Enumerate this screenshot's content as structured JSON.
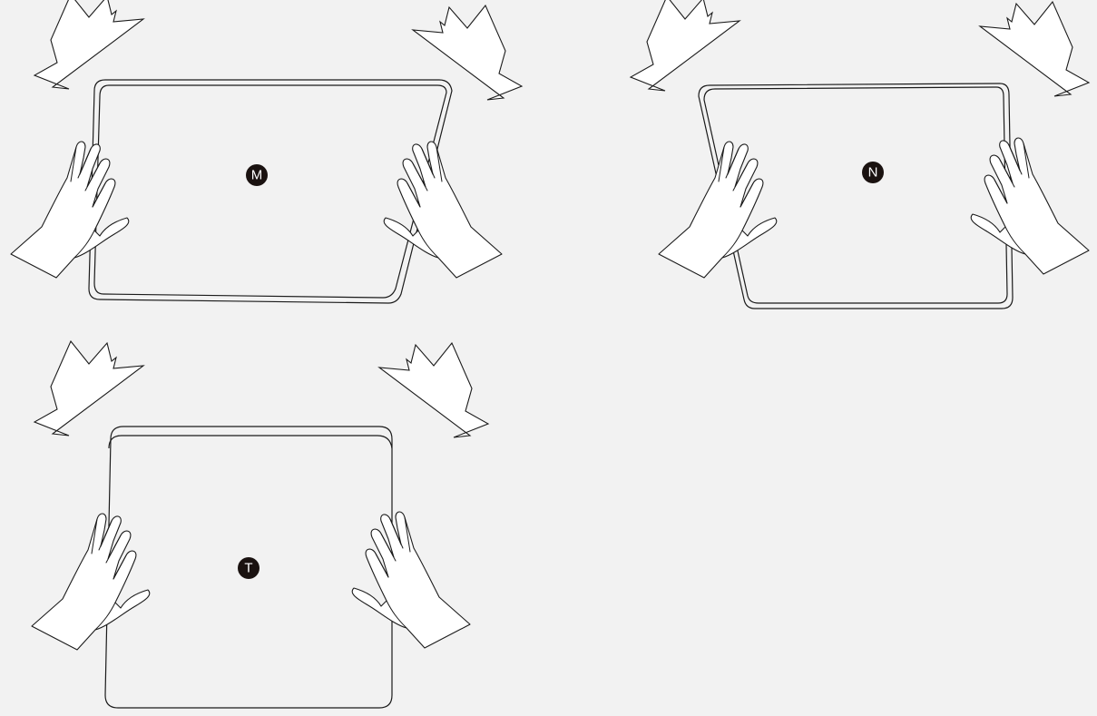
{
  "colors": {
    "background": "#f2f2f2",
    "stroke": "#1b1b1b",
    "badge": "#1a1210",
    "badge_text": "#ffffff"
  },
  "panels": [
    {
      "id": "m",
      "label": "M",
      "icons": [
        "left-hand-icon",
        "right-hand-icon",
        "left-burst-icon",
        "right-burst-icon"
      ]
    },
    {
      "id": "n",
      "label": "N",
      "icons": [
        "left-hand-icon",
        "right-hand-icon",
        "left-burst-icon",
        "right-burst-icon"
      ]
    },
    {
      "id": "t",
      "label": "T",
      "icons": [
        "left-hand-icon",
        "right-hand-icon",
        "left-burst-icon",
        "right-burst-icon"
      ]
    }
  ]
}
